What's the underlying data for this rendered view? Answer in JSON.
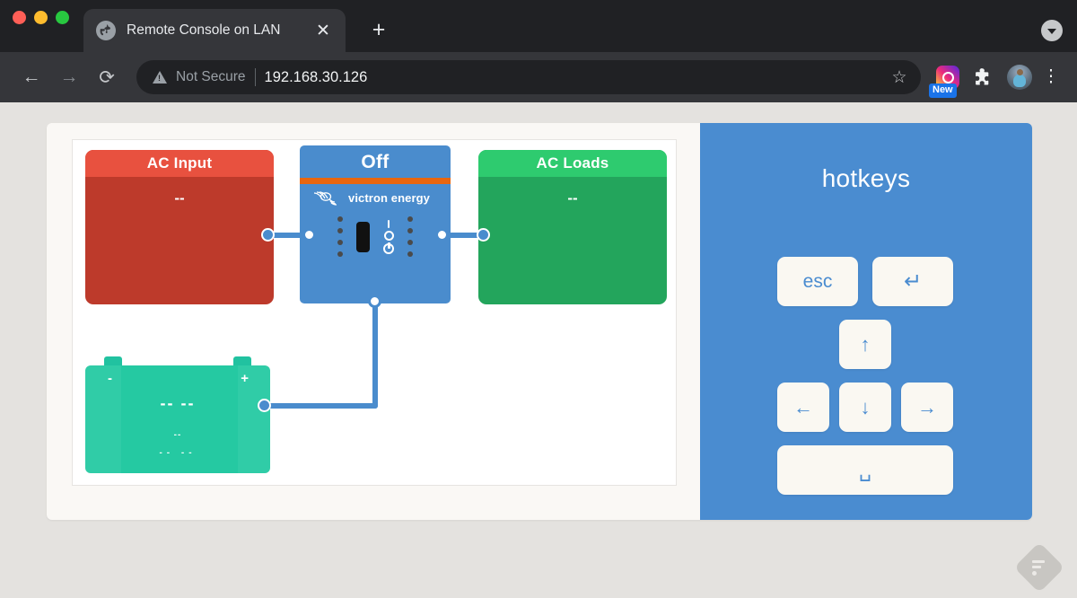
{
  "browser": {
    "tab": {
      "title": "Remote Console on LAN",
      "favicon": "globe-icon",
      "close": "✕"
    },
    "new_tab": "+",
    "tab_list_all": "chevron-down-icon",
    "nav": {
      "back": "←",
      "forward": "→",
      "reload": "⟳"
    },
    "omnibox": {
      "security_label": "Not Secure",
      "url": "192.168.30.126",
      "bookmark": "☆"
    },
    "extensions": [
      {
        "name": "instagram-extension-icon",
        "badge": "New"
      },
      {
        "name": "puzzle-extensions-icon",
        "glyph": "🧩"
      }
    ],
    "profile_avatar": "avatar",
    "menu": "⋮"
  },
  "diagram": {
    "ac_input": {
      "title": "AC Input",
      "value": "--",
      "color": "#bd3a2b",
      "header_color": "#e8513f"
    },
    "inverter": {
      "status": "Off",
      "brand": "victron energy",
      "stripe_color": "#e8660f",
      "body_color": "#4a8ccd",
      "led_count_left": 4,
      "led_count_right": 4,
      "symbols": [
        "I",
        "O",
        "power"
      ]
    },
    "ac_loads": {
      "title": "AC Loads",
      "value": "--",
      "color": "#23a55c",
      "header_color": "#2ecb6f"
    },
    "battery": {
      "negative_sign": "-",
      "positive_sign": "+",
      "voltage": "-- --",
      "current": "--",
      "power": "-- --",
      "color": "#25c9a2"
    },
    "wire_color": "#4a8ccd"
  },
  "hotkeys": {
    "title": "hotkeys",
    "panel_color": "#4a8cd0",
    "keys": [
      {
        "name": "esc",
        "label": "esc"
      },
      {
        "name": "return",
        "label": "↵"
      },
      {
        "name": "arrow-up",
        "label": "↑"
      },
      {
        "name": "arrow-left",
        "label": "←"
      },
      {
        "name": "arrow-down",
        "label": "↓"
      },
      {
        "name": "arrow-right",
        "label": "→"
      },
      {
        "name": "space",
        "label": "␣"
      }
    ]
  },
  "watermark": {
    "name": "feedly-badge-icon"
  }
}
